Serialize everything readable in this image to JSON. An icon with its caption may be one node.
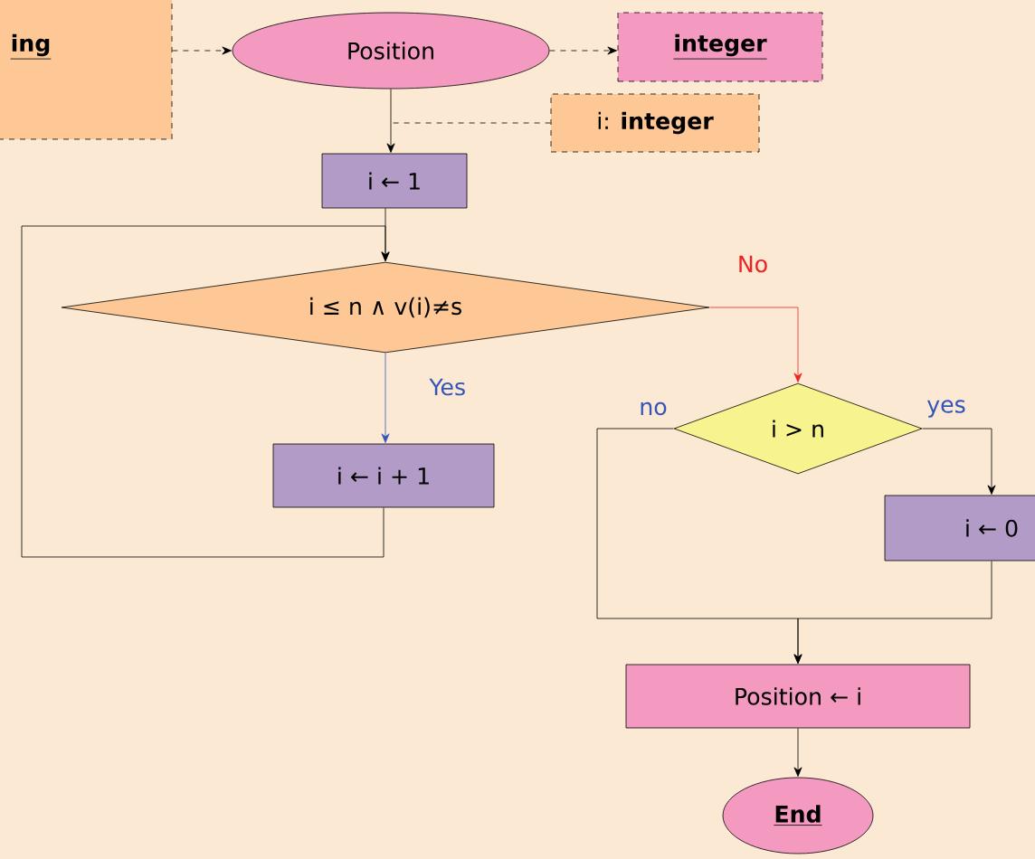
{
  "diagram": {
    "nodes": [
      {
        "text": [
          "ing"
        ]
      },
      {
        "text": [
          "Position"
        ]
      },
      {
        "text": [
          "integer"
        ]
      },
      {
        "text": [
          "i: **integer**"
        ]
      },
      {
        "text": [
          "i ← 1"
        ]
      },
      {
        "text": [
          "i ≤ n ∧ v(i)≠s"
        ]
      },
      {
        "text": [
          "i > n"
        ]
      },
      {
        "text": [
          "i ← i + 1"
        ]
      },
      {
        "text": [
          "i ← 0"
        ]
      },
      {
        "text": [
          "Position ← i"
        ]
      },
      {
        "text": [
          "End"
        ]
      }
    ],
    "edges": [
      {
        "from": 0,
        "to": 1,
        "arrow": "to",
        "style": "dashed"
      },
      {
        "from": 1,
        "to": 2,
        "arrow": "to",
        "style": "dashed"
      },
      {
        "from": 3,
        "to": null,
        "arrow": "none",
        "style": "dashed"
      },
      {
        "from": 1,
        "to": 4,
        "arrow": "to"
      },
      {
        "from": 4,
        "to": 5,
        "arrow": "to"
      },
      {
        "from": 7,
        "to": 5,
        "arrow": "to"
      },
      {
        "from": 5,
        "to": 7,
        "arrow": "to",
        "label": "Yes",
        "color": "#3355bb"
      },
      {
        "from": 5,
        "to": 6,
        "arrow": "to",
        "label": "No",
        "color": "#ee2222"
      },
      {
        "from": 6,
        "to": 9,
        "arrow": "to",
        "label": "no"
      },
      {
        "from": 6,
        "to": 8,
        "arrow": "to",
        "label": "yes"
      },
      {
        "from": 8,
        "to": 9,
        "arrow": "to"
      },
      {
        "from": 9,
        "to": 10,
        "arrow": "to"
      }
    ]
  }
}
